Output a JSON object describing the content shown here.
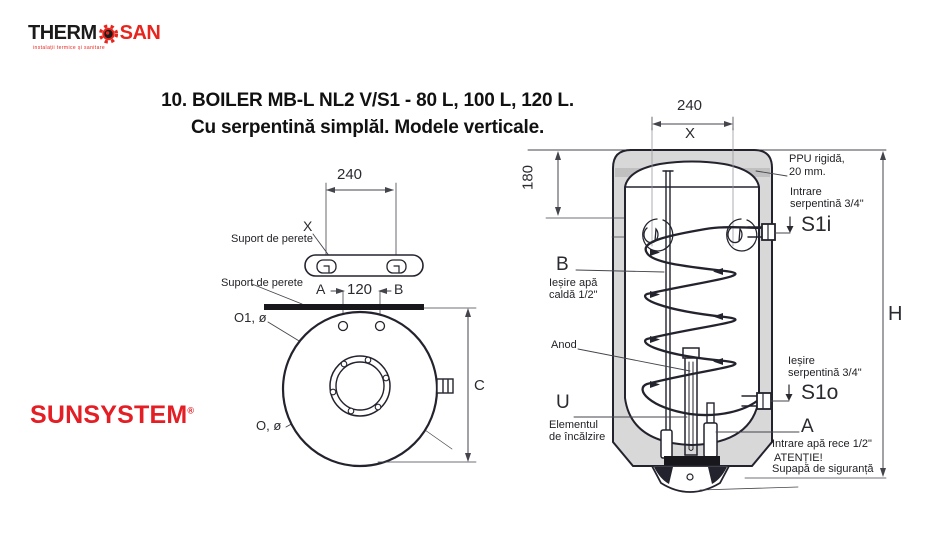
{
  "branding": {
    "thermosan_part1": "THERM",
    "thermosan_part2": "SAN",
    "thermosan_tagline": "instalații termice și sanitare",
    "sunsystem": "SUNSYSTEM",
    "registered": "®"
  },
  "title": {
    "line1": "10. BOILER MB-L NL2 V/S1 -  80 L, 100 L, 120 L.",
    "line2": "Cu serpentină simplăl. Modele verticale."
  },
  "top_view": {
    "dim_width": "240",
    "x_label": "X",
    "wall_mount_label_1": "Suport de perete",
    "wall_mount_label_2": "Suport de perete",
    "a_label": "A",
    "dim_holes": "120",
    "b_label": "B",
    "flange_label": "O1, ø",
    "center_label": "O, ø",
    "c_label": "C"
  },
  "section_view": {
    "dim_width": "240",
    "x_label": "X",
    "dim_top": "180",
    "insulation_line1": "PPU rigidă,",
    "insulation_line2": "20 mm.",
    "coil_in_line1": "Intrare",
    "coil_in_line2": "serpentină  3/4\"",
    "coil_in_code": "S1i",
    "b_label": "B",
    "hot_water_line1": "Ieșire apă",
    "hot_water_line2": "caldă  1/2\"",
    "anode_label": "Anod",
    "coil_out_line1": "Ieșire",
    "coil_out_line2": "serpentină 3/4\"",
    "coil_out_code": "S1o",
    "u_label": "U",
    "heater_line1": "Elementul",
    "heater_line2": "de încălzire",
    "a_label": "A",
    "cold_water_label": "Intrare apă rece 1/2\"",
    "warning_line1": "ATENȚIE!",
    "warning_line2": "Supapă de siguranță",
    "h_label": "H"
  }
}
